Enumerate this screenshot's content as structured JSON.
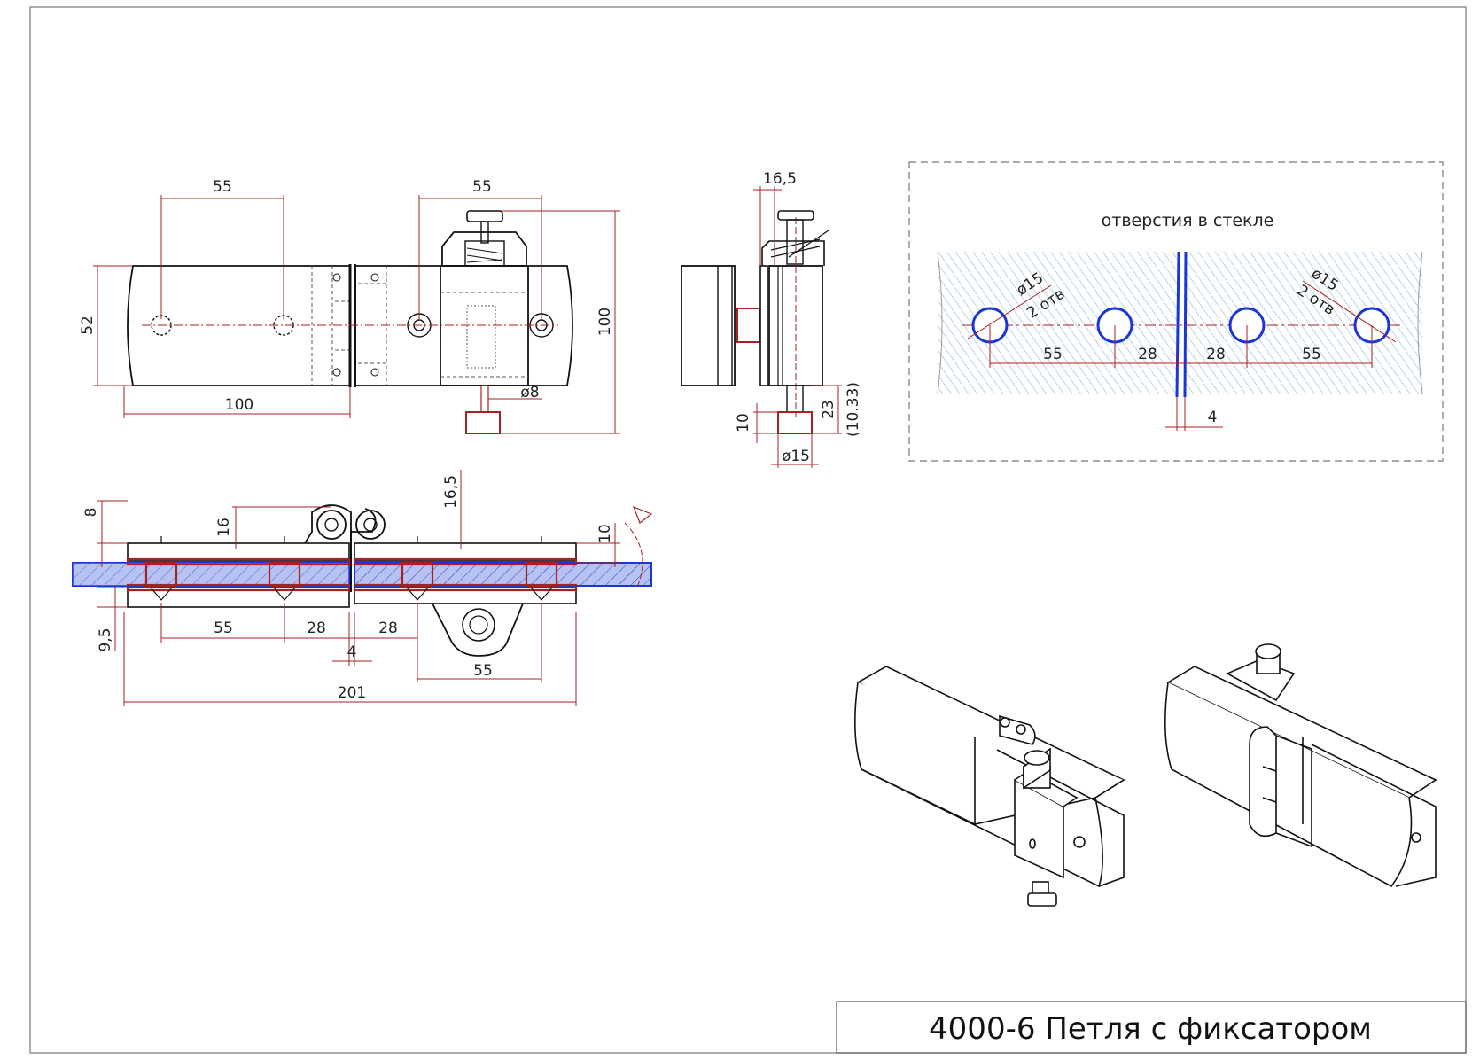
{
  "title_block": {
    "title": "4000-6 Петля с фиксатором"
  },
  "holes_view": {
    "caption": "отверстия в стекле",
    "hole_diam_left": "ø15",
    "hole_count_left": "2 отв",
    "hole_diam_right": "ø15",
    "hole_count_right": "2 отв",
    "dim_55_left": "55",
    "dim_28_left": "28",
    "dim_28_right": "28",
    "dim_55_right": "55",
    "gap": "4"
  },
  "top_view": {
    "dim_55_a": "55",
    "dim_55_b": "55",
    "dim_52": "52",
    "dim_100_bottom": "100",
    "dim_100_right": "100",
    "dim_d8": "ø8"
  },
  "side_view": {
    "dim_16_5": "16,5",
    "dim_10": "10",
    "dim_23": "23",
    "dim_10_33": "(10.33)",
    "dim_d15": "ø15"
  },
  "section_view": {
    "dim_8": "8",
    "dim_16": "16",
    "dim_16_5": "16,5",
    "dim_10": "10",
    "dim_9_5": "9,5",
    "dim_55_left": "55",
    "dim_28_a": "28",
    "dim_28_b": "28",
    "dim_4": "4",
    "dim_55_bottom": "55",
    "dim_201": "201"
  },
  "colors": {
    "dimension_red": "#a82020",
    "glass_blue": "#3a4fd0",
    "hatch_blue": "#8fb8e0",
    "line_black": "#111111"
  }
}
